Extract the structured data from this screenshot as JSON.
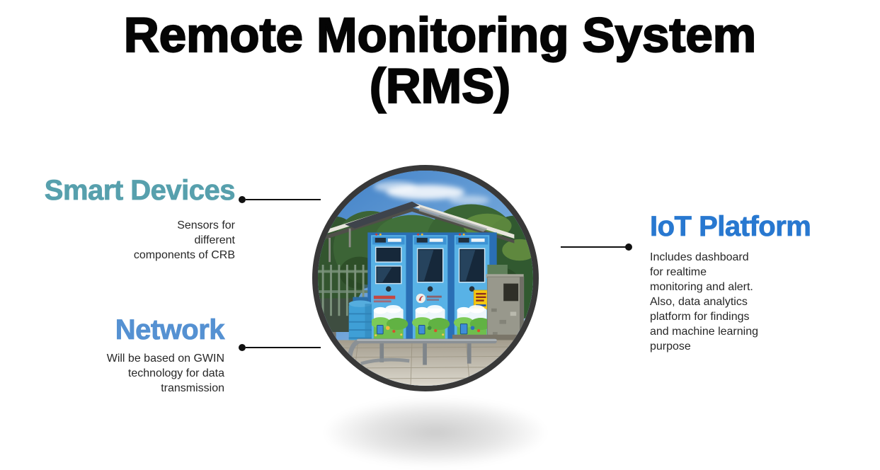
{
  "title": {
    "line1": "Remote Monitoring System",
    "line2": "(RMS)"
  },
  "callouts": {
    "smart_devices": {
      "heading": "Smart Devices",
      "description": "Sensors for\ndifferent\ncomponents of CRB",
      "accent_color": "#57A0AD"
    },
    "network": {
      "heading": "Network",
      "description": "Will be based on GWIN\ntechnology for data\ntransmission",
      "accent_color": "#5591D2"
    },
    "iot_platform": {
      "heading": "IoT Platform",
      "description": "Includes dashboard\nfor realtime\nmonitoring and alert.\nAlso, data analytics\nplatform for findings\nand machine learning\npurpose",
      "accent_color": "#2878D0"
    }
  },
  "center_image": {
    "name": "smart-recycling-station-photo",
    "alt": "Photo of three blue solar-powered recycling machines (CRB) under a canopy outdoors",
    "ring_color": "#383838"
  },
  "text_color": "#272727",
  "title_color": "#050505"
}
